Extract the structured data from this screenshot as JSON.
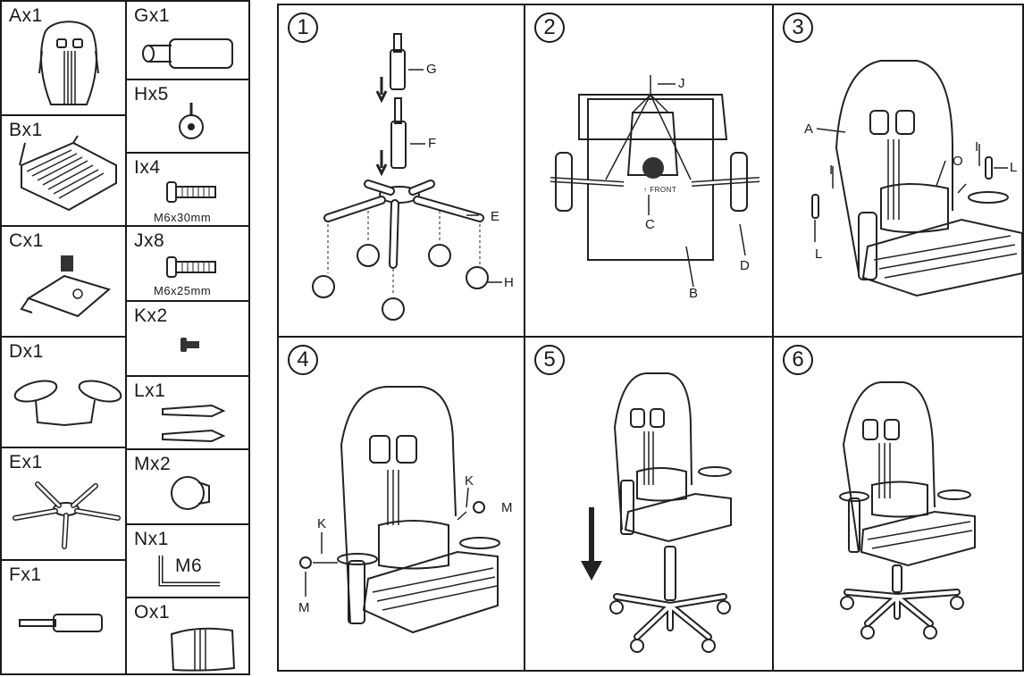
{
  "parts": [
    {
      "label": "Ax1"
    },
    {
      "label": "Bx1"
    },
    {
      "label": "Cx1"
    },
    {
      "label": "Dx1"
    },
    {
      "label": "Ex1"
    },
    {
      "label": "Fx1"
    },
    {
      "label": "Gx1"
    },
    {
      "label": "Hx5"
    },
    {
      "label": "Ix4",
      "size": "M6x30mm"
    },
    {
      "label": "Jx8",
      "size": "M6x25mm"
    },
    {
      "label": "Kx2"
    },
    {
      "label": "Lx1"
    },
    {
      "label": "Mx2"
    },
    {
      "label": "Nx1",
      "inset": "M6"
    },
    {
      "label": "Ox1"
    }
  ],
  "steps": [
    {
      "number": "1",
      "callouts": [
        "G",
        "F",
        "E",
        "H"
      ]
    },
    {
      "number": "2",
      "callouts": [
        "J",
        "C",
        "D",
        "B"
      ],
      "front_text": "↑ FRONT"
    },
    {
      "number": "3",
      "callouts": [
        "A",
        "O",
        "I",
        "L",
        "I",
        "L"
      ]
    },
    {
      "number": "4",
      "callouts": [
        "K",
        "M",
        "K",
        "M"
      ]
    },
    {
      "number": "5",
      "callouts": []
    },
    {
      "number": "6",
      "callouts": []
    }
  ]
}
